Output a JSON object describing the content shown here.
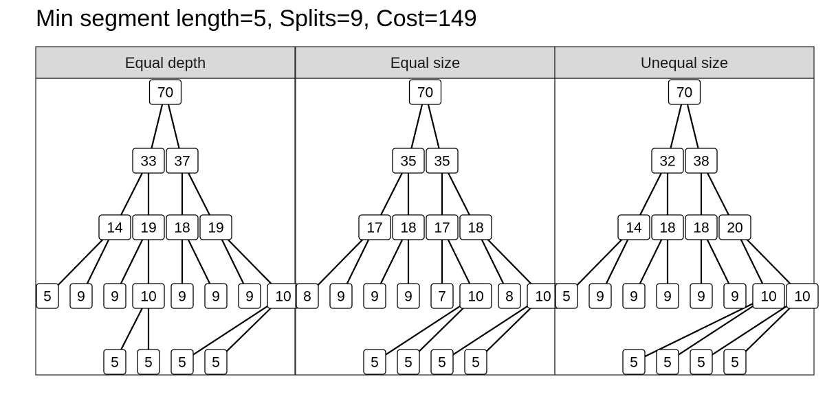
{
  "title": "Min segment length=5, Splits=9, Cost=149",
  "panels": [
    {
      "label": "Equal depth",
      "levels": [
        [
          {
            "v": 70
          }
        ],
        [
          {
            "v": 33,
            "p": 0
          },
          {
            "v": 37,
            "p": 0
          }
        ],
        [
          {
            "v": 14,
            "p": 0
          },
          {
            "v": 19,
            "p": 0
          },
          {
            "v": 18,
            "p": 1
          },
          {
            "v": 19,
            "p": 1
          }
        ],
        [
          {
            "v": 5,
            "p": 0
          },
          {
            "v": 9,
            "p": 0
          },
          {
            "v": 9,
            "p": 1
          },
          {
            "v": 10,
            "p": 1
          },
          {
            "v": 9,
            "p": 2
          },
          {
            "v": 9,
            "p": 2
          },
          {
            "v": 9,
            "p": 3
          },
          {
            "v": 10,
            "p": 3
          }
        ],
        [
          {
            "v": 5,
            "p": 3
          },
          {
            "v": 5,
            "p": 3
          },
          {
            "v": 5,
            "p": 7
          },
          {
            "v": 5,
            "p": 7
          }
        ]
      ]
    },
    {
      "label": "Equal size",
      "levels": [
        [
          {
            "v": 70
          }
        ],
        [
          {
            "v": 35,
            "p": 0
          },
          {
            "v": 35,
            "p": 0
          }
        ],
        [
          {
            "v": 17,
            "p": 0
          },
          {
            "v": 18,
            "p": 0
          },
          {
            "v": 17,
            "p": 1
          },
          {
            "v": 18,
            "p": 1
          }
        ],
        [
          {
            "v": 8,
            "p": 0
          },
          {
            "v": 9,
            "p": 0
          },
          {
            "v": 9,
            "p": 1
          },
          {
            "v": 9,
            "p": 1
          },
          {
            "v": 7,
            "p": 2
          },
          {
            "v": 10,
            "p": 2
          },
          {
            "v": 8,
            "p": 3
          },
          {
            "v": 10,
            "p": 3
          }
        ],
        [
          {
            "v": 5,
            "p": 5
          },
          {
            "v": 5,
            "p": 5
          },
          {
            "v": 5,
            "p": 7
          },
          {
            "v": 5,
            "p": 7
          }
        ]
      ]
    },
    {
      "label": "Unequal size",
      "levels": [
        [
          {
            "v": 70
          }
        ],
        [
          {
            "v": 32,
            "p": 0
          },
          {
            "v": 38,
            "p": 0
          }
        ],
        [
          {
            "v": 14,
            "p": 0
          },
          {
            "v": 18,
            "p": 0
          },
          {
            "v": 18,
            "p": 1
          },
          {
            "v": 20,
            "p": 1
          }
        ],
        [
          {
            "v": 5,
            "p": 0
          },
          {
            "v": 9,
            "p": 0
          },
          {
            "v": 9,
            "p": 1
          },
          {
            "v": 9,
            "p": 1
          },
          {
            "v": 9,
            "p": 2
          },
          {
            "v": 9,
            "p": 2
          },
          {
            "v": 10,
            "p": 3
          },
          {
            "v": 10,
            "p": 3
          }
        ],
        [
          {
            "v": 5,
            "p": 6
          },
          {
            "v": 5,
            "p": 6
          },
          {
            "v": 5,
            "p": 7
          },
          {
            "v": 5,
            "p": 7
          }
        ]
      ]
    }
  ]
}
